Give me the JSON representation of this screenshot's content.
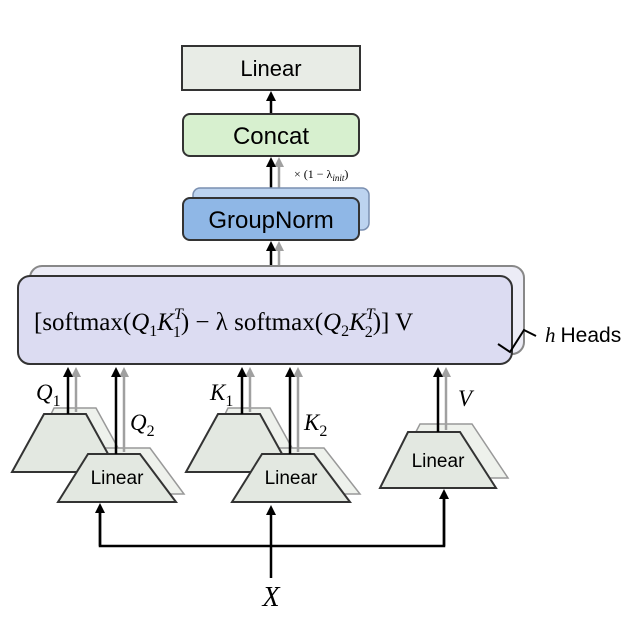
{
  "boxes": {
    "linear_top": "Linear",
    "concat": "Concat",
    "groupnorm": "GroupNorm"
  },
  "scale_label": {
    "prefix": "× (1 − λ",
    "subscript": "init",
    "suffix": ")"
  },
  "formula": {
    "open": "[softmax(",
    "q1": "Q",
    "q1_sub": "1",
    "k1": "K",
    "k1_sup": "T",
    "k1_sub": "1",
    "mid": ") − λ softmax(",
    "q2": "Q",
    "q2_sub": "2",
    "k2": "K",
    "k2_sup": "T",
    "k2_sub": "2",
    "close": ")] V"
  },
  "heads": {
    "h": "h",
    "label": "Heads"
  },
  "projections": {
    "q_linear": "Linear",
    "k_linear": "Linear",
    "v_linear": "Linear"
  },
  "labels": {
    "q1": "Q",
    "q1_sub": "1",
    "q2": "Q",
    "q2_sub": "2",
    "k1": "K",
    "k1_sub": "1",
    "k2": "K",
    "k2_sub": "2",
    "v": "V",
    "x": "X"
  },
  "colors": {
    "linear_fill": "#e8ece6",
    "concat_fill": "#d7f0cf",
    "groupnorm_fill": "#8fb7e6",
    "attention_fill": "#dcdcf2",
    "trapezoid_fill": "#e3e8e1",
    "arrow": "#000000",
    "shadow_arrow": "#a0a0a0"
  }
}
